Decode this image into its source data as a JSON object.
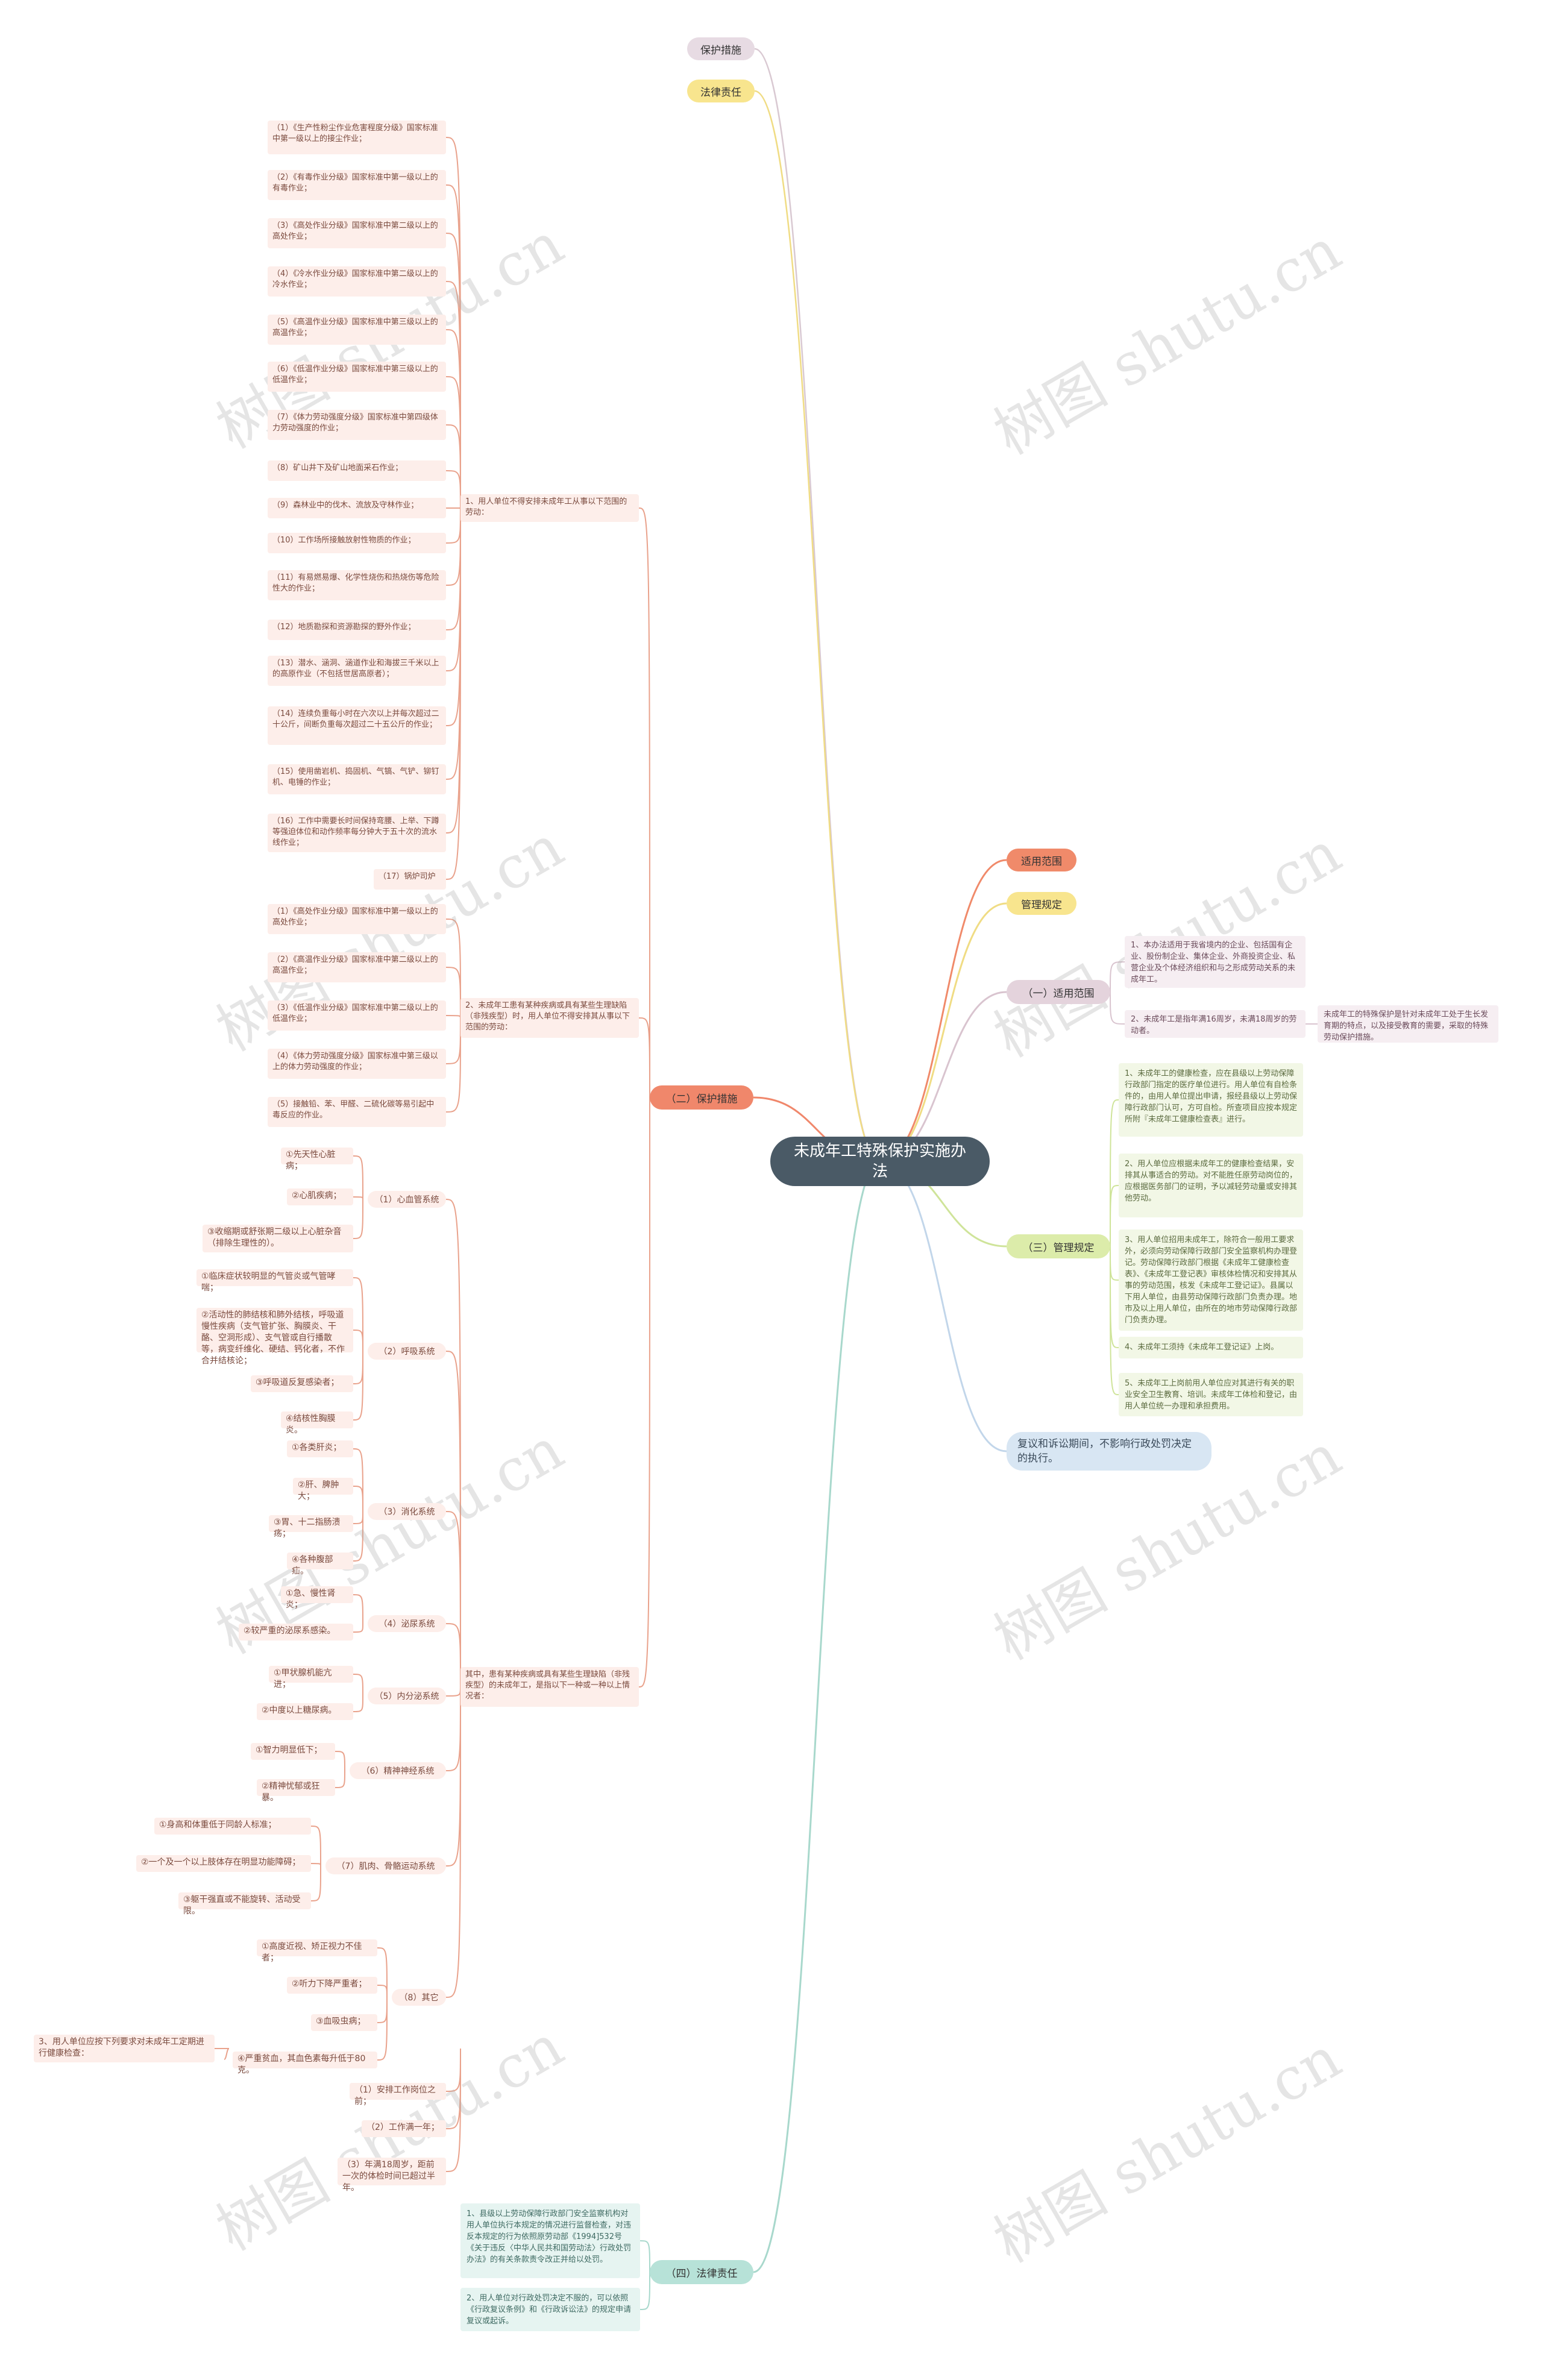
{
  "root": "未成年工特殊保护实施办法",
  "branches": {
    "b_protect_top": "保护措施",
    "b_legal_top": "法律责任",
    "b_scope": "适用范围",
    "b_manage": "管理规定",
    "b_scope1": "（一）适用范围",
    "b_manage3": "（三）管理规定",
    "b_protect2": "（二）保护措施",
    "b_legal4": "（四）法律责任",
    "b_review": "复议和诉讼期间，不影响行政处罚决定的执行。"
  },
  "scope_items": [
    "1、本办法适用于我省境内的企业、包括国有企业、股份制企业、集体企业、外商投资企业、私营企业及个体经济组织和与之形成劳动关系的未成年工。",
    "2、未成年工是指年满16周岁，未满18周岁的劳动者。"
  ],
  "scope_note": "未成年工的特殊保护是针对未成年工处于生长发育期的特点，以及接受教育的需要，采取的特殊劳动保护措施。",
  "manage_items": [
    "1、未成年工的健康检查，应在县级以上劳动保障行政部门指定的医疗单位进行。用人单位有自检条件的，由用人单位提出申请，报经县级以上劳动保障行政部门认可，方可自检。所查项目应按本规定所附『未成年工健康检查表』进行。",
    "2、用人单位应根据未成年工的健康检查结果，安排其从事适合的劳动。对不能胜任原劳动岗位的，应根据医务部门的证明，予以减轻劳动量或安排其他劳动。",
    "3、用人单位招用未成年工，除符合一般用工要求外，必须向劳动保障行政部门安全监察机构办理登记。劳动保障行政部门根据《未成年工健康检查表》、《未成年工登记表》审核体检情况和安排其从事的劳动范围，核发《未成年工登记证》。县属以下用人单位，由县劳动保障行政部门负责办理。地市及以上用人单位，由所在的地市劳动保障行政部门负责办理。",
    "4、未成年工须持《未成年工登记证》上岗。",
    "5、未成年工上岗前用人单位应对其进行有关的职业安全卫生教育、培训。未成年工体检和登记，由用人单位统一办理和承担费用。"
  ],
  "legal_items": [
    "1、县级以上劳动保障行政部门安全监察机构对用人单位执行本规定的情况进行监督检查，对违反本规定的行为依照原劳动部《1994]532号《关于违反〈中华人民共和国劳动法〉行政处罚办法》的有关条款责令改正并给以处罚。",
    "2、用人单位对行政处罚决定不服的，可以依照《行政复议条例》和《行政诉讼法》的规定申请复议或起诉。"
  ],
  "protect_section1": "1、用人单位不得安排未成年工从事以下范围的劳动：",
  "protect_items1": [
    "（1）《生产性粉尘作业危害程度分级》国家标准中第一级以上的接尘作业；",
    "（2）《有毒作业分级》国家标准中第一级以上的有毒作业；",
    "（3）《高处作业分级》国家标准中第二级以上的高处作业；",
    "（4）《冷水作业分级》国家标准中第二级以上的冷水作业；",
    "（5）《高温作业分级》国家标准中第三级以上的高温作业；",
    "（6）《低温作业分级》国家标准中第三级以上的低温作业；",
    "（7）《体力劳动强度分级》国家标准中第四级体力劳动强度的作业；",
    "（8）矿山井下及矿山地面采石作业；",
    "（9）森林业中的伐木、流放及守林作业；",
    "（10）工作场所接触放射性物质的作业；",
    "（11）有易燃易爆、化学性烧伤和热烧伤等危险性大的作业；",
    "（12）地质勘探和资源勘探的野外作业；",
    "（13）潜水、涵洞、涵道作业和海拔三千米以上的高原作业（不包括世居高原者）；",
    "（14）连续负重每小时在六次以上并每次超过二十公斤，间断负重每次超过二十五公斤的作业；",
    "（15）使用凿岩机、捣固机、气镐、气铲、铆钉机、电锤的作业；",
    "（16）工作中需要长时间保持弯腰、上举、下蹲等强迫体位和动作频率每分钟大于五十次的流水线作业；",
    "（17）锅炉司炉"
  ],
  "protect_section2": "2、未成年工患有某种疾病或具有某些生理缺陷（非残疾型）时，用人单位不得安排其从事以下范围的劳动：",
  "protect_items2": [
    "（1）《高处作业分级》国家标准中第一级以上的高处作业；",
    "（2）《高温作业分级》国家标准中第二级以上的高温作业；",
    "（3）《低温作业分级》国家标准中第二级以上的低温作业；",
    "（4）《体力劳动强度分级》国家标准中第三级以上的体力劳动强度的作业；",
    "（5）接触铅、苯、甲醛、二硫化碳等易引起中毒反应的作业。"
  ],
  "protect_section3": "其中，患有某种疾病或具有某些生理缺陷（非残疾型）的未成年工，是指以下一种或一种以上情况者：",
  "disease_groups": [
    {
      "name": "（1）心血管系统",
      "items": [
        "①先天性心脏病；",
        "②心肌疾病；",
        "③收缩期或舒张期二级以上心脏杂音（排除生理性的）。"
      ]
    },
    {
      "name": "（2）呼吸系统",
      "items": [
        "①临床症状较明显的气管炎或气管哮喘；",
        "②活动性的肺结核和肺外结核，呼吸道慢性疾病（支气管扩张、胸膜炎、干酪、空洞形成）、支气管或自行播散等，病变纤维化、硬结、钙化者，不作合并结核论；",
        "③呼吸道反复感染者；",
        "④结核性胸膜炎。"
      ]
    },
    {
      "name": "（3）消化系统",
      "items": [
        "①各类肝炎；",
        "②肝、脾肿大；",
        "③胃、十二指肠溃疡；",
        "④各种腹部疝。"
      ]
    },
    {
      "name": "（4）泌尿系统",
      "items": [
        "①急、慢性肾炎；",
        "②较严重的泌尿系感染。"
      ]
    },
    {
      "name": "（5）内分泌系统",
      "items": [
        "①甲状腺机能亢进；",
        "②中度以上糖尿病。"
      ]
    },
    {
      "name": "（6）精神神经系统",
      "items": [
        "①智力明显低下；",
        "②精神忧郁或狂暴。"
      ]
    },
    {
      "name": "（7）肌肉、骨骼运动系统",
      "items": [
        "①身高和体重低于同龄人标准；",
        "②一个及一个以上肢体存在明显功能障碍；",
        "③躯干强直或不能旋转、活动受限。"
      ]
    },
    {
      "name": "（8）其它",
      "items": [
        "①高度近视、矫正视力不佳者；",
        "②听力下降严重者；",
        "③血吸虫病；",
        "④严重贫血，其血色素每升低于80克。"
      ]
    }
  ],
  "checkup_section": "3、用人单位应按下列要求对未成年工定期进行健康检查：",
  "checkup_items": [
    "（1）安排工作岗位之前；",
    "（2）工作满一年；",
    "（3）年满18周岁，距前一次的体检时间已超过半年。"
  ],
  "watermark": "树图 shutu.cn",
  "colors": {
    "root_bg": "#4a5a66",
    "protect_top": "#e7dbe3",
    "legal_top": "#f8e58e",
    "scope": "#f08a6a",
    "manage": "#f8e58e",
    "scope1": "#e4d3dc",
    "manage3": "#dcecaa",
    "protect2": "#f0876b",
    "legal4": "#b7e2d8",
    "review": "#d8e6f3"
  }
}
